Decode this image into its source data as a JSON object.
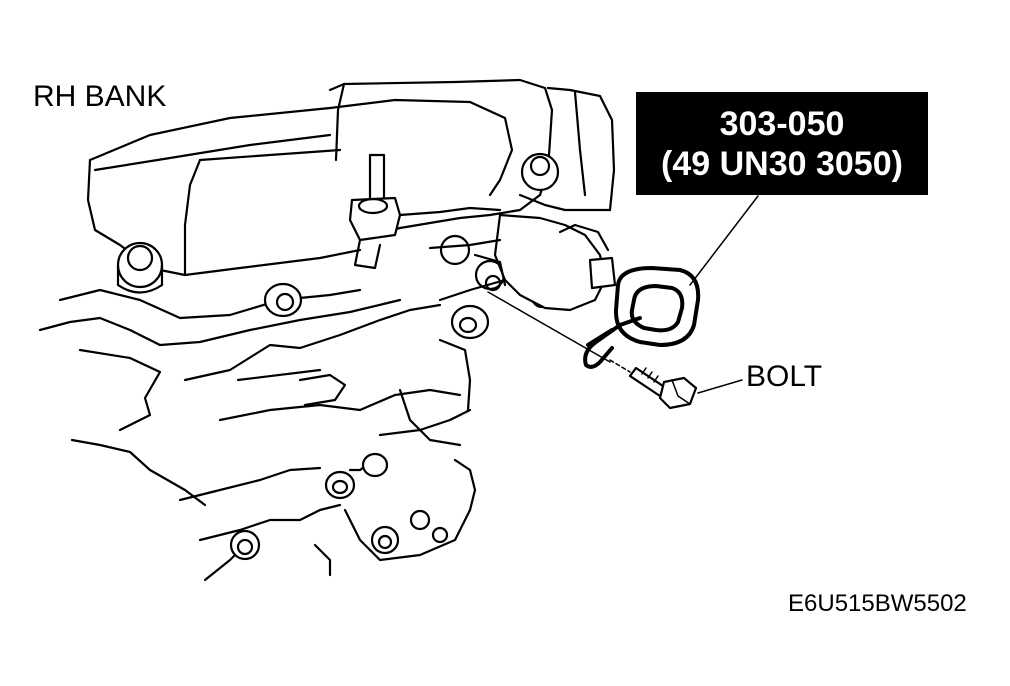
{
  "labels": {
    "bank": "RH BANK",
    "bolt": "BOLT",
    "figure_id": "E6U515BW5502"
  },
  "tool": {
    "number": "303-050",
    "alt_number": "(49 UN30 3050)"
  }
}
